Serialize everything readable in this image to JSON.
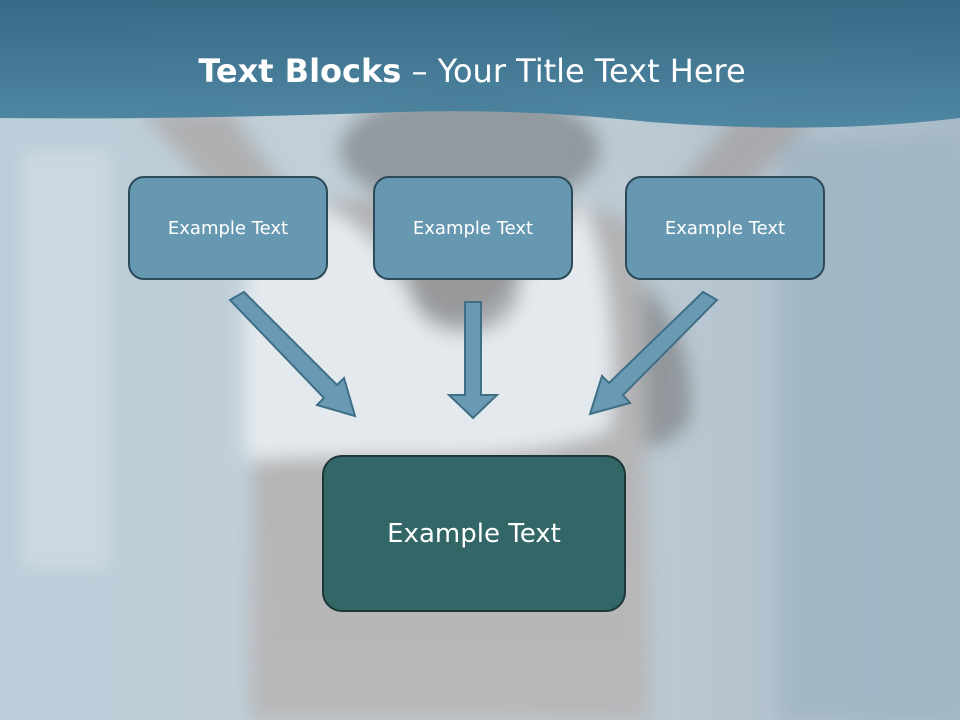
{
  "title": {
    "bold": "Text Blocks",
    "dash": " – ",
    "rest": "Your Title Text Here"
  },
  "boxes": {
    "left": "Example Text",
    "center": "Example Text",
    "right": "Example Text",
    "bottom": "Example Text"
  },
  "colors": {
    "header": "#3f7590",
    "small_box": "#6798b1",
    "big_box": "#336666",
    "arrow": "#6a9ab3"
  },
  "background": "blurred photo of a woman in a white sports top, hands behind head, with a light blue-grey overlay"
}
